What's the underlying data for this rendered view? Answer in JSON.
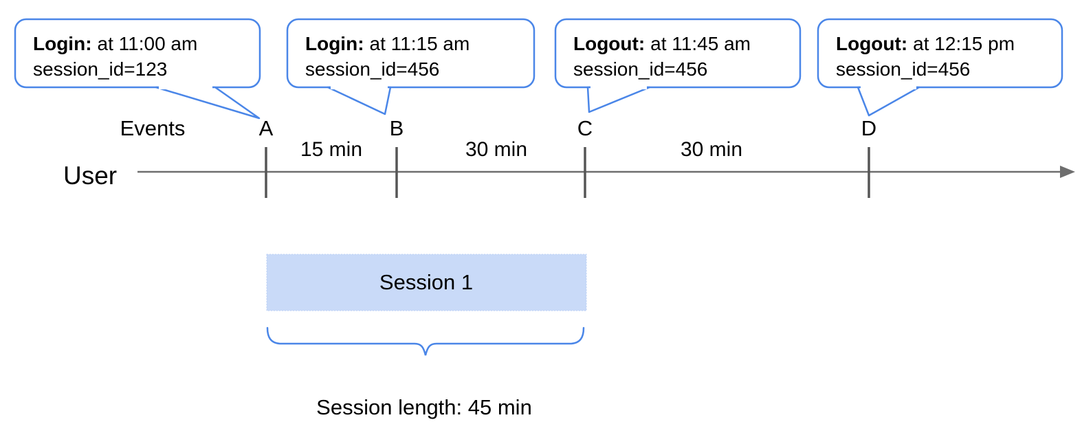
{
  "callouts": [
    {
      "bold": "Login:",
      "rest": "at 11:00 am",
      "session": "session_id=123"
    },
    {
      "bold": "Login:",
      "rest": "at 11:15 am",
      "session": "session_id=456"
    },
    {
      "bold": "Logout:",
      "rest": "at 11:45 am",
      "session": "session_id=456"
    },
    {
      "bold": "Logout:",
      "rest": "at 12:15 pm",
      "session": "session_id=456"
    }
  ],
  "timeline": {
    "axis_label": "User",
    "events_label": "Events",
    "ticks": {
      "a": "A",
      "b": "B",
      "c": "C",
      "d": "D"
    },
    "intervals": {
      "ab": "15 min",
      "bc": "30 min",
      "cd": "30 min"
    }
  },
  "session": {
    "box_label": "Session 1",
    "length_label": "Session length: 45 min"
  },
  "colors": {
    "accent_blue": "#4a86e8",
    "session_fill": "#c9daf8",
    "axis_gray": "#6e6e6e",
    "tick_gray": "#565656",
    "text_black": "#000000"
  }
}
